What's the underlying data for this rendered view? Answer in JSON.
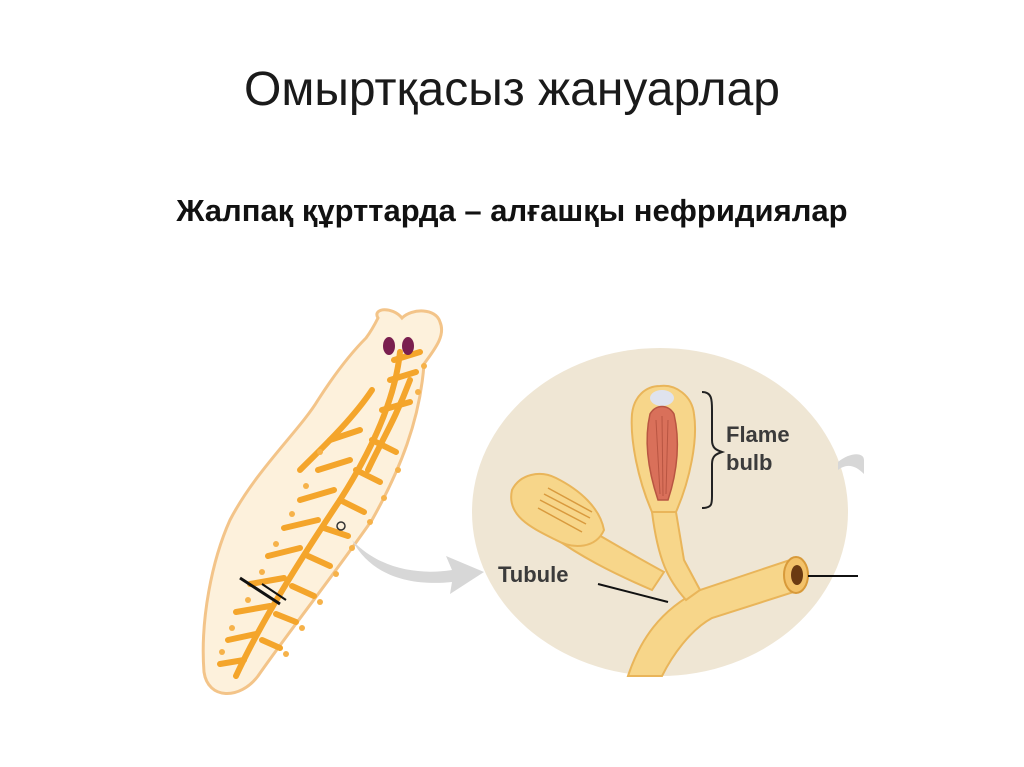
{
  "slide": {
    "title": "Омыртқасыз жануарлар",
    "subtitle": "Жалпақ құрттарда – алғашқы нефридиялар"
  },
  "diagram": {
    "labels": {
      "flame_bulb_line1": "Flame",
      "flame_bulb_line2": "bulb",
      "tubule": "Tubule"
    },
    "colors": {
      "body_fill": "#fdf1dc",
      "body_outline": "#f3c489",
      "branches": "#f4a52b",
      "zoom_circle": "#efe6d4",
      "tubule_fill": "#f7d68a",
      "tubule_dark": "#e9b55a",
      "flame_red": "#d9705a",
      "arrow": "#d7d7d7",
      "eyes": "#7a1f4f"
    }
  }
}
